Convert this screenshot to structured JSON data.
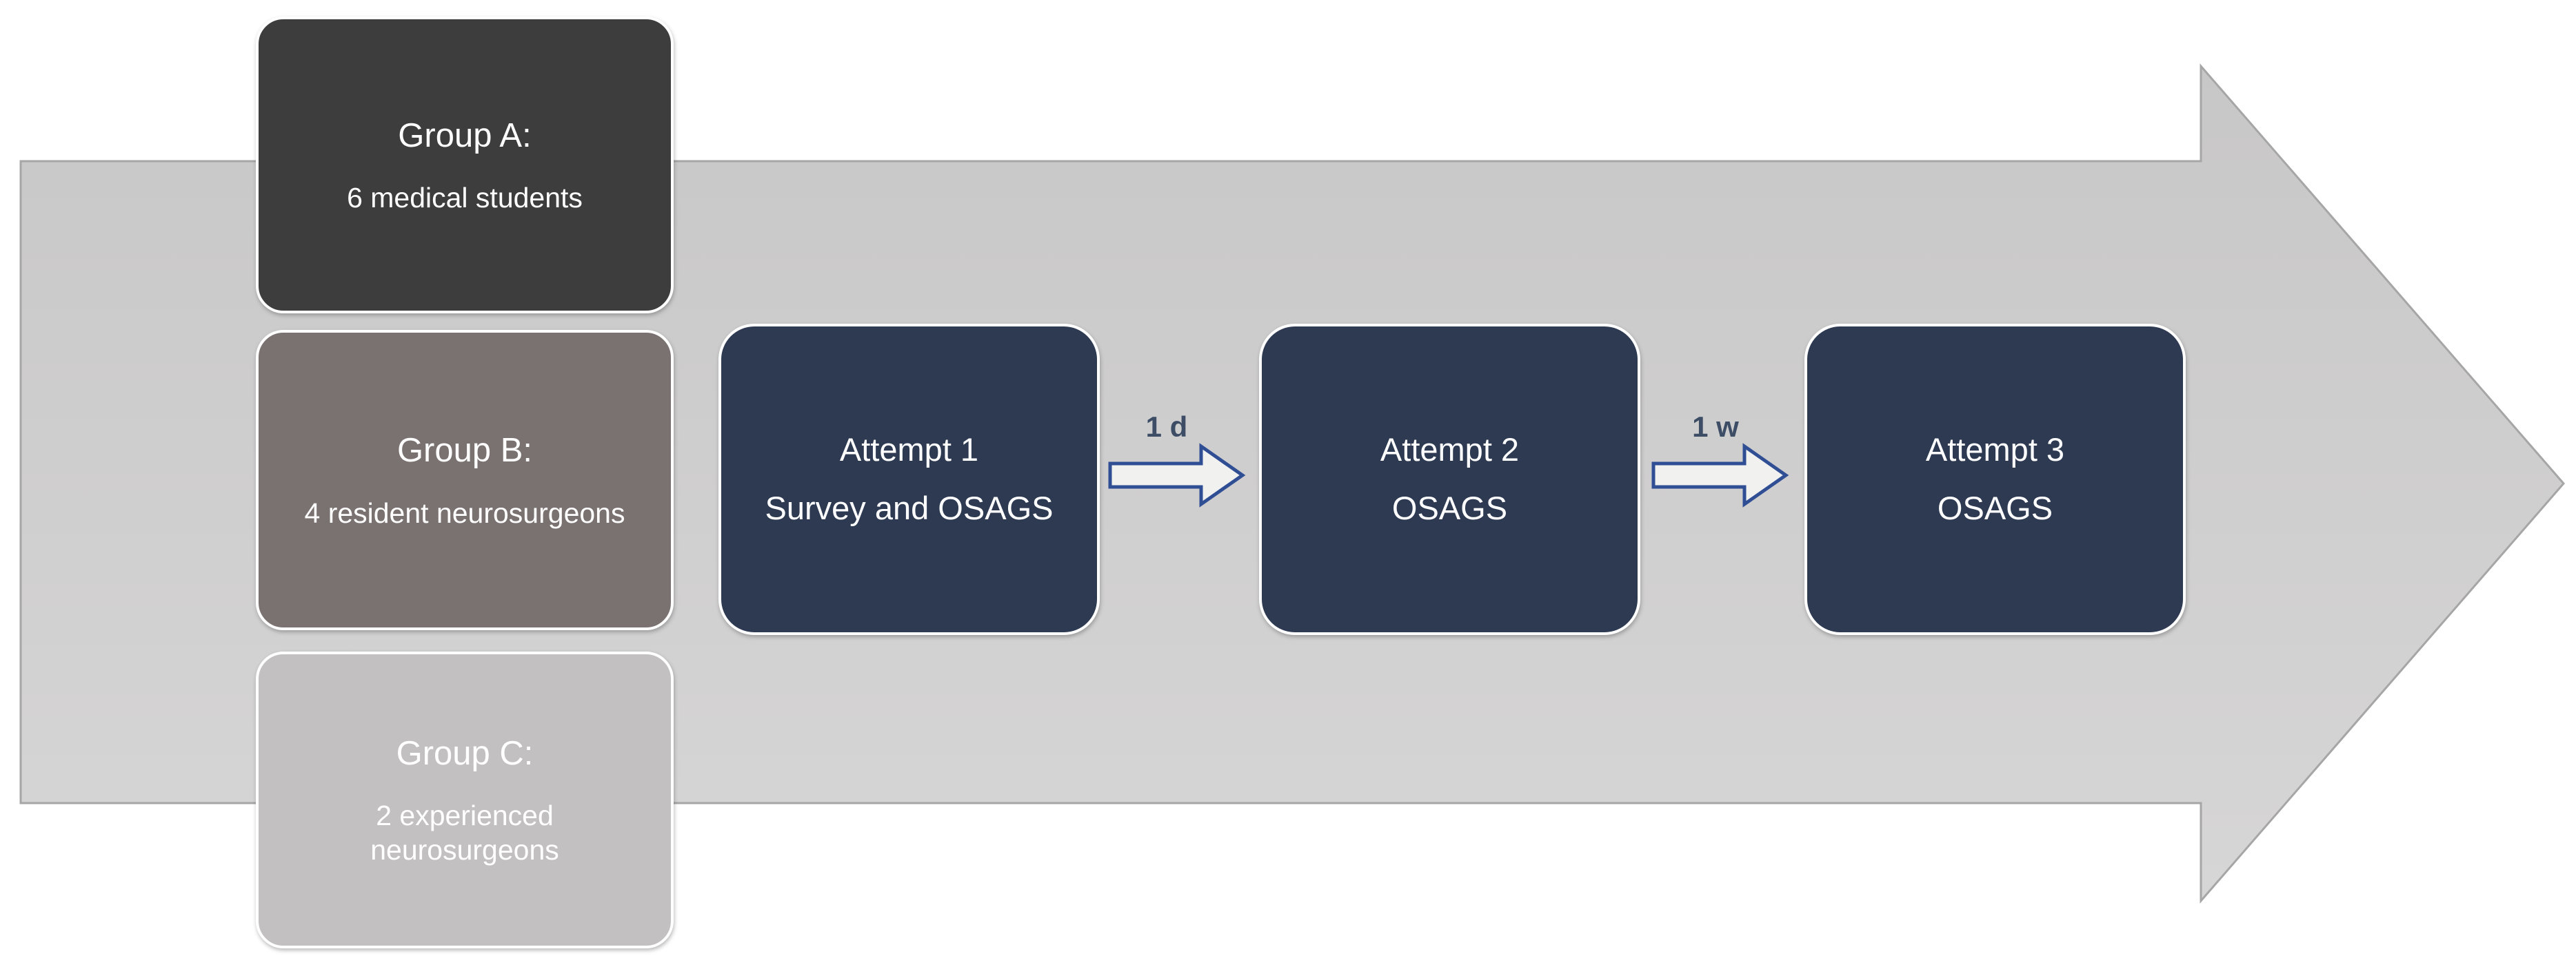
{
  "diagram": {
    "groups": [
      {
        "label": "Group A:",
        "description": "6 medical students"
      },
      {
        "label": "Group B:",
        "description": "4 resident neurosurgeons"
      },
      {
        "label": "Group C:",
        "description": "2 experienced neurosurgeons"
      }
    ],
    "attempts": [
      {
        "title": "Attempt 1",
        "subtitle": "Survey and OSAGS"
      },
      {
        "title": "Attempt 2",
        "subtitle": "OSAGS"
      },
      {
        "title": "Attempt 3",
        "subtitle": "OSAGS"
      }
    ],
    "intervals": [
      {
        "label": "1 d"
      },
      {
        "label": "1 w"
      }
    ],
    "colors": {
      "group_a_fill": "#3e3d3d",
      "group_b_fill": "#7a7270",
      "group_c_fill": "#c2c0c0",
      "attempt_fill": "#2d3a52",
      "box_border": "#ffffff",
      "box_text": "#ffffff",
      "timeline_arrow_fill_top": "#c8c7c7",
      "timeline_arrow_fill_bottom": "#d7d6d6",
      "timeline_arrow_border": "#a6a6a6",
      "interval_arrow_fill": "#f1f1f0",
      "interval_arrow_border": "#2f4e94",
      "interval_label_color": "#3d4d66"
    }
  }
}
